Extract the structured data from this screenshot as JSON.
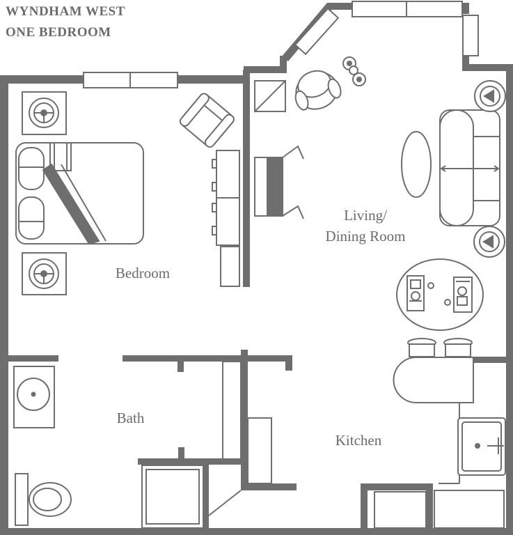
{
  "title": {
    "line1": "WYNDHAM WEST",
    "line2": "ONE BEDROOM"
  },
  "rooms": {
    "bedroom": "Bedroom",
    "living_line1": "Living/",
    "living_line2": "Dining Room",
    "bath": "Bath",
    "kitchen": "Kitchen"
  },
  "colors": {
    "wall": "#6e6e6e",
    "text": "#6b6b6b",
    "background": "#ffffff"
  }
}
